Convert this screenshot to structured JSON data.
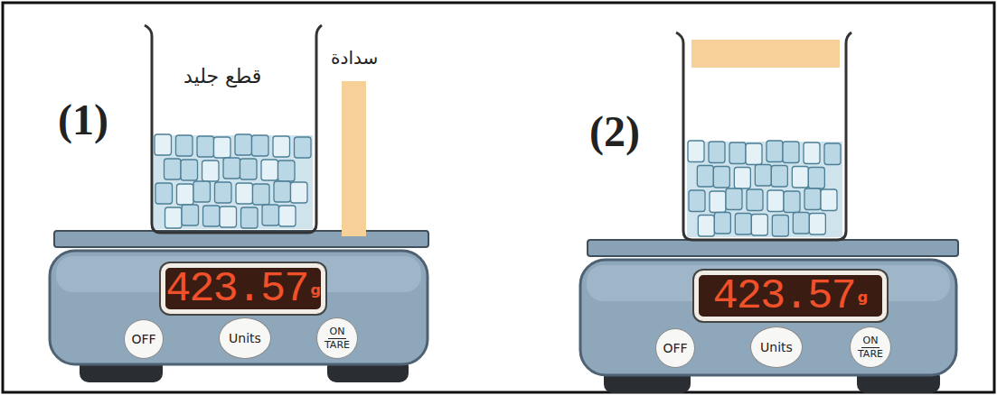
{
  "diagram": {
    "nodes": [
      {
        "text": [
          "423.57",
          "g"
        ]
      },
      {
        "text": [
          "OFF"
        ]
      },
      {
        "text": [
          "Units"
        ]
      },
      {
        "text": [
          "ON",
          "TARE"
        ]
      },
      {
        "text": [
          "423.57",
          "g"
        ]
      },
      {
        "text": [
          "OFF"
        ]
      },
      {
        "text": [
          "Units"
        ]
      },
      {
        "text": [
          "ON",
          "TARE"
        ]
      }
    ],
    "labels": [
      "(1)",
      "قطع جليد",
      "سدادة",
      "(2)"
    ]
  }
}
